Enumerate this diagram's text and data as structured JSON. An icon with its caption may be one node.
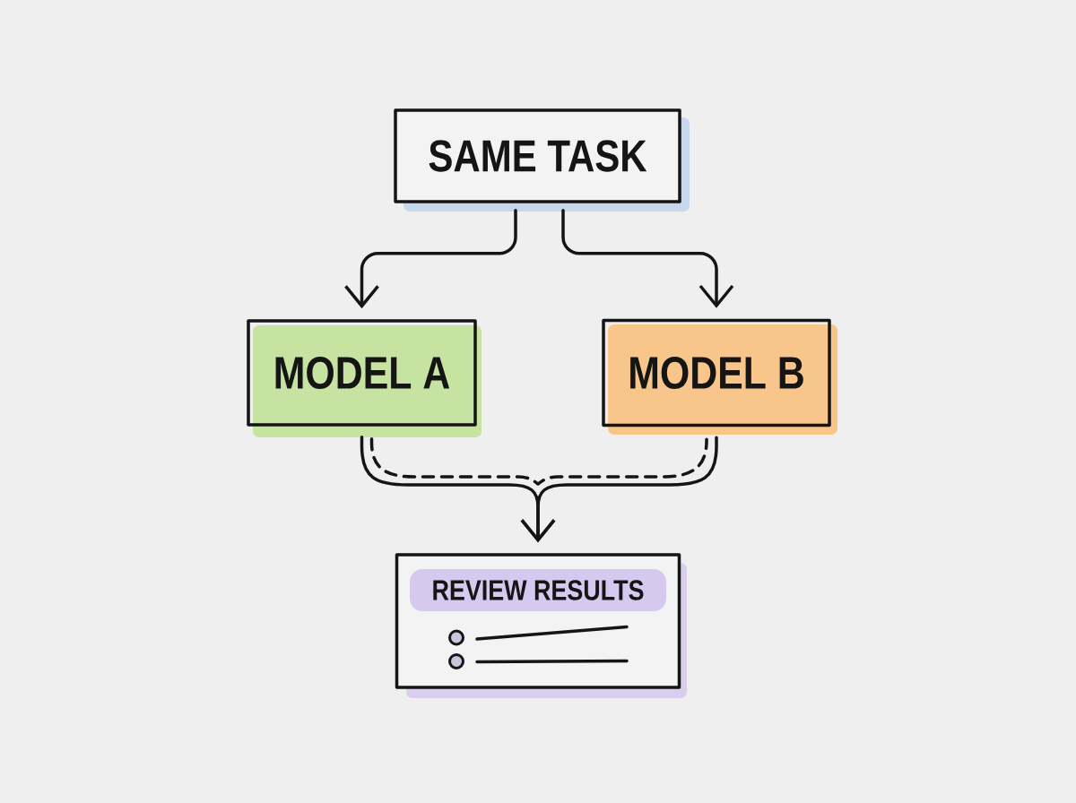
{
  "diagram": {
    "nodes": [
      {
        "text": [
          "SAME TASK"
        ]
      },
      {
        "text": [
          "MODEL A"
        ]
      },
      {
        "text": [
          "MODEL B"
        ]
      },
      {
        "text": [
          "REVIEW RESULTS"
        ]
      }
    ],
    "edges": [
      {
        "from": 0,
        "to": 1,
        "arrow": "to"
      },
      {
        "from": 0,
        "to": 2,
        "arrow": "to"
      },
      {
        "from": 1,
        "to": 3,
        "arrow": "to"
      },
      {
        "from": 2,
        "to": 3,
        "arrow": "to"
      },
      {
        "from": 1,
        "to": 2,
        "arrow": "none",
        "style": "dashed"
      }
    ]
  }
}
